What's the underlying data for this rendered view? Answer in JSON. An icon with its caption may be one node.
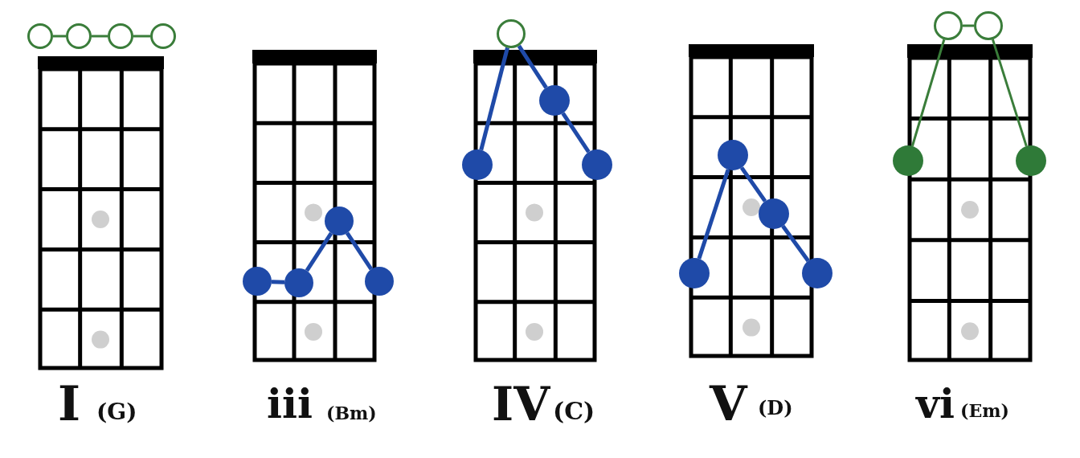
{
  "diagram": {
    "nodes": [
      {
        "text": [],
        "shape": "circle"
      },
      {
        "text": [],
        "shape": "circle"
      },
      {
        "text": [],
        "shape": "circle"
      },
      {
        "text": [],
        "shape": "circle"
      },
      {
        "text": [],
        "shape": "circle"
      },
      {
        "text": [],
        "shape": "circle"
      },
      {
        "text": [],
        "shape": "circle"
      },
      {
        "text": [],
        "shape": "circle"
      },
      {
        "text": [],
        "shape": "circle"
      },
      {
        "text": [],
        "shape": "circle"
      },
      {
        "text": [],
        "shape": "circle"
      },
      {
        "text": [],
        "shape": "circle"
      },
      {
        "text": [],
        "shape": "circle"
      },
      {
        "text": [],
        "shape": "circle"
      },
      {
        "text": [],
        "shape": "circle"
      },
      {
        "text": [],
        "shape": "circle"
      },
      {
        "text": [],
        "shape": "circle"
      },
      {
        "text": [],
        "shape": "circle"
      },
      {
        "text": [],
        "shape": "circle"
      },
      {
        "text": [],
        "shape": "circle"
      }
    ],
    "edges": [
      {
        "from": 0,
        "to": 1,
        "arrow": "none",
        "color": "#3a7d3a"
      },
      {
        "from": 1,
        "to": 2,
        "arrow": "none",
        "color": "#3a7d3a"
      },
      {
        "from": 2,
        "to": 3,
        "arrow": "none",
        "color": "#3a7d3a"
      },
      {
        "from": 4,
        "to": 5,
        "arrow": "none"
      },
      {
        "from": 5,
        "to": 6,
        "arrow": "none"
      },
      {
        "from": 6,
        "to": 7,
        "arrow": "none"
      },
      {
        "from": 8,
        "to": 9,
        "arrow": "none"
      },
      {
        "from": 8,
        "to": 10,
        "arrow": "none"
      },
      {
        "from": 10,
        "to": 11,
        "arrow": "none"
      },
      {
        "from": 12,
        "to": 13,
        "arrow": "none"
      },
      {
        "from": 13,
        "to": 14,
        "arrow": "none"
      },
      {
        "from": 14,
        "to": 15,
        "arrow": "none"
      },
      {
        "from": 16,
        "to": 17,
        "arrow": "none",
        "color": "#3a7d3a"
      },
      {
        "from": 16,
        "to": 18,
        "arrow": "none",
        "color": "#3a7d3a"
      },
      {
        "from": 17,
        "to": 19,
        "arrow": "none",
        "color": "#3a7d3a"
      }
    ],
    "labels": [
      "I",
      "(G)",
      "iii",
      "(Bm)",
      "IV",
      "(C)",
      "V",
      "(D)",
      "vi",
      "(Em)"
    ]
  }
}
